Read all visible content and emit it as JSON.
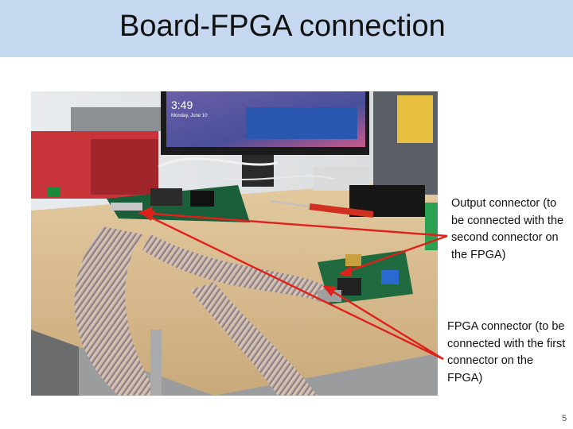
{
  "slide": {
    "title": "Board-FPGA connection",
    "callouts": [
      "Output connector (to be connected with the second connector on the FPGA)",
      "FPGA connector (to be connected with the first connector on the FPGA)"
    ],
    "page_number": "5",
    "monitor_time": "3:49",
    "monitor_date": "Monday, June 10",
    "arrow_color": "#e0201a",
    "header_color": "#c5d8ef"
  }
}
